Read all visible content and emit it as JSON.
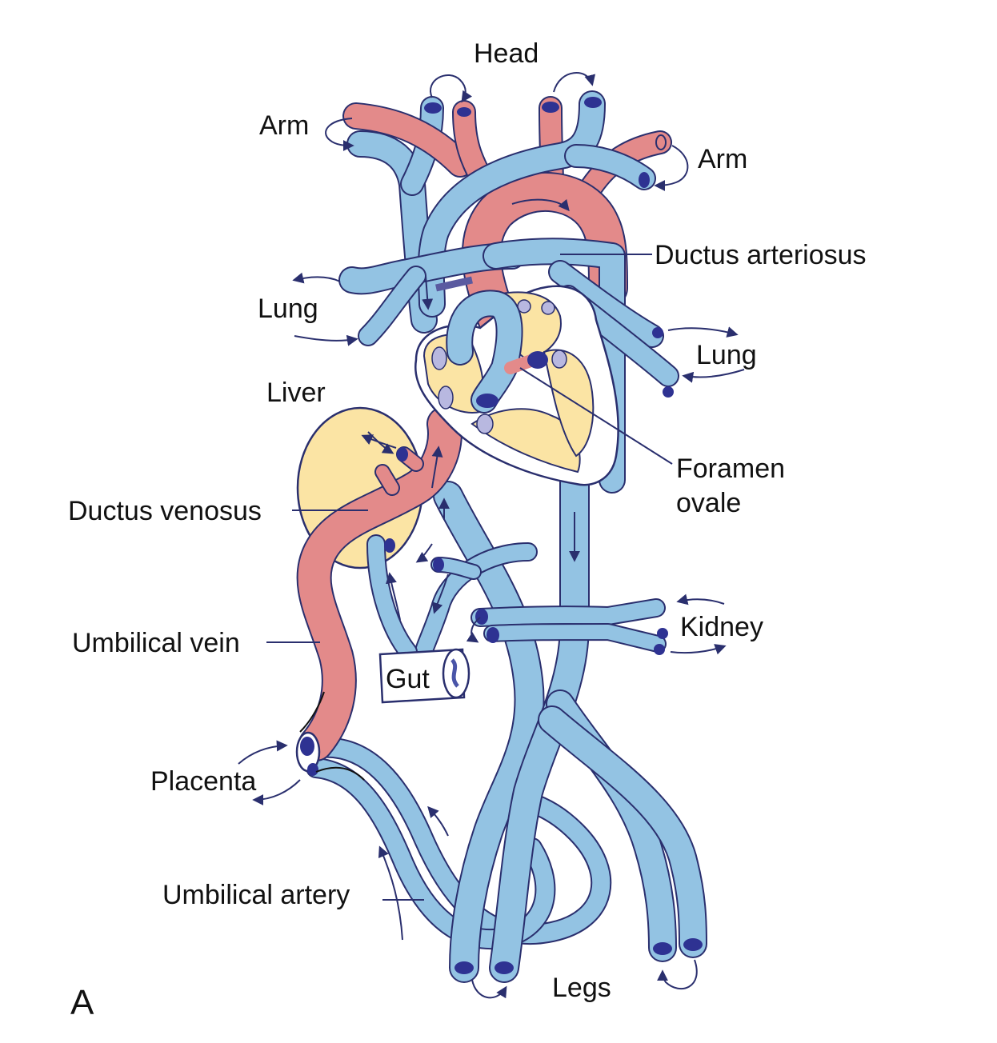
{
  "figure_letter": "A",
  "labels": {
    "head": "Head",
    "arm_left": "Arm",
    "arm_right": "Arm",
    "ductus_arteriosus": "Ductus arteriosus",
    "lung_left": "Lung",
    "lung_right": "Lung",
    "liver": "Liver",
    "foramen_ovale_line1": "Foramen",
    "foramen_ovale_line2": "ovale",
    "ductus_venosus": "Ductus venosus",
    "kidney": "Kidney",
    "umbilical_vein": "Umbilical vein",
    "gut": "Gut",
    "placenta": "Placenta",
    "umbilical_artery": "Umbilical artery",
    "legs": "Legs"
  },
  "colors": {
    "venous_blue": "#93c3e3",
    "arterial_red": "#e38a8a",
    "organ_yellow": "#fbe4a4",
    "outline_navy": "#2a2f6e",
    "vessel_end": "#2e3292"
  }
}
